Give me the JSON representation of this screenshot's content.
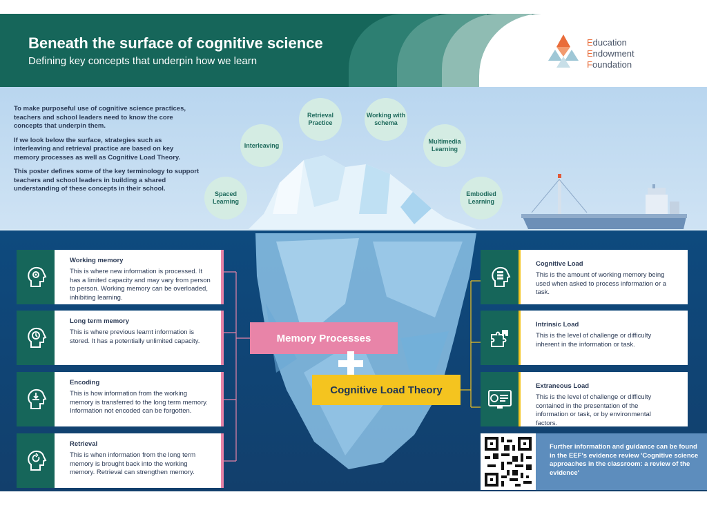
{
  "header": {
    "title": "Beneath the surface of cognitive science",
    "subtitle": "Defining key concepts that underpin how we learn",
    "logo_lines": [
      {
        "initial": "E",
        "rest": "ducation"
      },
      {
        "initial": "E",
        "rest": "ndowment"
      },
      {
        "initial": "F",
        "rest": "oundation"
      }
    ]
  },
  "intro": {
    "paragraphs": [
      "To make purposeful use of cognitive science practices, teachers and school leaders need to know the core concepts that underpin them.",
      "If we look below the surface, strategies such as interleaving and retrieval practice are based on key memory processes as well as Cognitive Load Theory.",
      "This poster defines some of the key terminology to support teachers and school leaders in building a shared understanding of these concepts in their school."
    ]
  },
  "bubbles": [
    {
      "label": "Spaced Learning"
    },
    {
      "label": "Interleaving"
    },
    {
      "label": "Retrieval Practice"
    },
    {
      "label": "Working with schema"
    },
    {
      "label": "Multimedia Learning"
    },
    {
      "label": "Embodied Learning"
    }
  ],
  "left_cards": [
    {
      "title": "Working memory",
      "body": "This is where new information is processed. It has a limited capacity and may vary from person to person. Working memory can be overloaded, inhibiting learning.",
      "icon": "head-gears-icon"
    },
    {
      "title": "Long term memory",
      "body": "This is where previous learnt information is stored. It has a potentially unlimited capacity.",
      "icon": "head-clock-icon"
    },
    {
      "title": "Encoding",
      "body": "This is how information from the working memory is transferred to the long term memory. Information not encoded can be forgotten.",
      "icon": "head-download-icon"
    },
    {
      "title": "Retrieval",
      "body": "This is when information from the long term memory is brought back into the working memory. Retrieval can strengthen memory.",
      "icon": "head-refresh-icon"
    }
  ],
  "right_cards": [
    {
      "title": "Cognitive Load",
      "body": "This is the amount of working memory being used when asked to process information or a task.",
      "icon": "head-layers-icon"
    },
    {
      "title": "Intrinsic Load",
      "body": "This is the level of challenge or difficulty inherent in the information or task.",
      "icon": "puzzle-icon"
    },
    {
      "title": "Extraneous Load",
      "body": "This is the level of challenge or difficulty contained in the presentation of the information or task, or by environmental factors.",
      "icon": "presentation-screen-icon"
    }
  ],
  "center": {
    "memory_processes": "Memory Processes",
    "cognitive_load_theory": "Cognitive Load Theory"
  },
  "info": {
    "text": "Further information and guidance can be found in the EEF's evidence review 'Cognitive science approaches in the classroom: a review of the evidence'"
  },
  "colors": {
    "brand_green": "#16665a",
    "memory_pink": "#e884a8",
    "load_yellow": "#f4c41f",
    "sea_blue": "#0e4a7e",
    "sky_blue": "#b9d6ef",
    "logo_orange": "#e96c3a"
  }
}
